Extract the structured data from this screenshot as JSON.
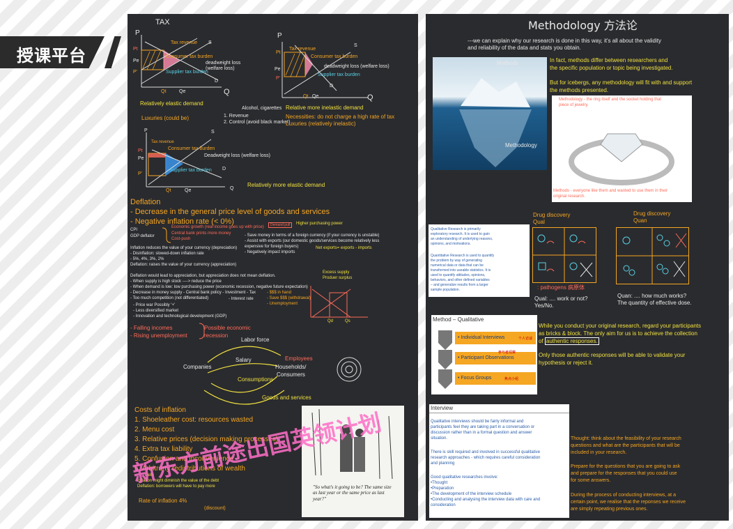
{
  "banner": {
    "label": "授课平台"
  },
  "watermark": "新东方前途出国英领计划",
  "left": {
    "tax_title": "TAX",
    "axis": {
      "p": "P",
      "q": "Q",
      "pt": "Pt",
      "pe": "Pe",
      "pprime": "P'",
      "qt": "Qt",
      "qe": "Qe",
      "s": "S",
      "d": "D"
    },
    "graph_labels": {
      "tax_revenue": "Tax revenue",
      "consumer_burden": "Consumer tax burden",
      "deadweight": "deadweight loss (welfare loss)",
      "deadweight_short": "deadweight loss",
      "welfare": "(welfare loss)",
      "supplier_burden": "Supplier tax burden",
      "deadweight_long": "Deadweight loss (welfare loss)"
    },
    "rel_elastic": "Relatively  elastic demand",
    "luxuries_could": "Luxuries (could be)",
    "alcohol": "Alcohol, cigarettes",
    "revenue_1": "1. Revenue",
    "revenue_2": "2. Control (avoid black market)",
    "rel_inelastic": "Relative more inelastic demand",
    "necessities": "Necessities: do not charge a high rate of tax",
    "luxuries_inelastic": "Luxuries (relatively inelastic)",
    "rel_more_elastic": "Relatively more elastic demand",
    "deflation_title": "Deflation",
    "deflation_1": "- Decrease in the general price level of goods and services",
    "deflation_2": "- Negative inflation rate (< 0%)",
    "cpi": "CPI",
    "gdp_deflator": "GDP deflator",
    "econ_growth": "Economic growth (real income goes up with price)",
    "central_bank": "Central bank prints more money",
    "cost_push": "Cost-push",
    "demand_pull": "Demand pull",
    "higher_power": "Higher purchasing power",
    "save_money": "- Save money in terms of a foreign currency (if your currency is unstable)",
    "assist_exports": "- Assist with exports (our domestic goods/services become relatively less",
    "expensive": "expensive for foreign buyers)",
    "neg_imports": "- Negatively impact imports",
    "net_exports": "Net exports= exports - imports",
    "infl_reduces": "Inflation reduces the value of your currency (depreciation)",
    "disinflation": "- Disinflation: slowed-down inflation rate",
    "pcts": "- 5%, 4%, 3%, 2%",
    "deflation_raises": "Deflation: raises the value of your currency (appreciation)",
    "lead_to": "Deflation would lead to appreciation, but appreciation does not mean deflation.",
    "supply_high": "- When supply is high   stock ----> reduce the price",
    "demand_low": "- When demand is low: low purchasing power (economic recession, negative future expectation)",
    "decrease_money": "- Decrease in money supply  - Central bank policy - Investment - Tax",
    "competition": "- Too much competition (not differentiated)",
    "interest": "- Interest rate",
    "ss_hand": "- $$$ in hand",
    "save_withdraw": "- Save $$$ (withdrawal)",
    "unemployment": "- Unemployment",
    "price_war": "- Price war   Possibly '+'",
    "less_diversified": "- Less diversified market",
    "innovation": "- Innovation and technological development (GDP)",
    "excess_supply": "Excess supply",
    "producer_surplus": "Produer surplus",
    "qd": "Qd",
    "qs": "Qs",
    "falling_incomes": "- Falling incomes",
    "rising_unemp": "- Rising unemployment",
    "possible_recession": "Possible economic",
    "recession": "recession",
    "labor_force": "Labor force",
    "salary": "Salary",
    "companies": "Companies",
    "employees": "Employees",
    "households": "Households/",
    "consumers": "Consumers",
    "consumption": "Consumptions",
    "goods_services": "Goods and services",
    "costs_title": "Costs of inflation",
    "costs": [
      "1. Shoeleather cost: resources wasted",
      "2. Menu cost",
      "3. Relative prices (decision making processes)",
      "4. Extra tax liability",
      "5. Confusion and inconvenience",
      "6. Arbitrarty redistributions of wealth"
    ],
    "debt": "Debt",
    "infl_diminish": "Inflation might diminish the value of the debt",
    "defl_borrow": "Deflation: borrowers will have to pay more",
    "rate_infl": "Rate of inflation 4%",
    "discount": "(discount)",
    "cartoon_caption": "\"So what's it going to be? The same size as last year or the same price as last year?\""
  },
  "right": {
    "title": "Methodology 方法论",
    "intro_1": "---we can explain why our research is done in this way, it's all about the validity",
    "intro_2": "and reliability of the data and stats you obtain.",
    "methods": "Methods",
    "methodology": "Methodology",
    "differ_1": "In fact, methods differ between researchers and",
    "differ_2": "the specific population or topic being investigated.",
    "iceberg_1": "But for icebergs, any methodology will fit with and support",
    "iceberg_2": "the methods presented.",
    "ring_note_1": "Methodology - the ring itself and the socket holding that",
    "ring_note_2": "piece of jewelry.",
    "methods_note_1": "Methods - everyone like them and wanted to use them in their",
    "methods_note_2": "original research.",
    "drug_qual": "Drug discovery",
    "qual": "Qual",
    "drug_quan": "Drug discovery",
    "quan": "Quan",
    "qual_box": [
      "Qualitative Research is primarily",
      "exploratory research. It is used to gain",
      "an understanding of underlying reasons,",
      "opinions, and motivations."
    ],
    "qual_box_2": [
      "Quantitative Research is used to quantify",
      "the problem by way of generating",
      "numerical data or data that can be",
      "transformed into useable statistics. It is",
      "used to quantify attitudes, opinions,",
      "behaviors, and other defined variables",
      "– and generalize results from a larger",
      "sample population."
    ],
    "pathogens": ": pathogens 病原体",
    "qual_q1": "Qual: .... work or not?",
    "qual_q2": "Yes/No.",
    "quan_q1": "Quan: .... how much works?",
    "quan_q2": "The quantity of effective dose.",
    "method_qual": "Method – Qualitative",
    "mq_items": [
      "• Individual Interviews",
      "• Participant Observations",
      "• Focus Groups"
    ],
    "mq_notes": [
      "个人访谈",
      "参与者观察",
      "焦点小组"
    ],
    "bricks_1": "While you conduct your original research, regard your participants",
    "bricks_2": "as bricks & block. The only aim for us is to achieve the collection",
    "bricks_3a": "of ",
    "bricks_3b": "authentic responses.",
    "authentic_1": "Only those authentic responses will be able to validate your",
    "authentic_2": "hypothesis or reject it.",
    "interview": "Interview",
    "interview_body": [
      "Qualitative interviews should be fairly informal and",
      "participants feel they are taking part in a conversation or",
      "discussion rather than in a formal question and answer",
      "situation.",
      "",
      "There is skill required and involved in successful qualitative",
      "research approaches - which requires careful consideration",
      "and planning",
      "",
      "Good qualitative researches involve:",
      "•Thought",
      "•Preparation",
      "•The development of the interview schedule",
      "•Conducting and analysing the interview data with care and",
      "consideration"
    ],
    "thought_1": "Thought: think about the feasibility of your research",
    "thought_2": "questions and what are the participants that will be",
    "thought_3": "included in your research.",
    "prepare_1": "Prepare for the questions that you are going to ask",
    "prepare_2": "and prepare for the responses that you could use",
    "prepare_3": "for some answers.",
    "during_1": "During the process of conducting interviews, at a",
    "during_2": "certain point, we realise that the reponses we receive",
    "during_3": "are simply repeating previous ones."
  }
}
